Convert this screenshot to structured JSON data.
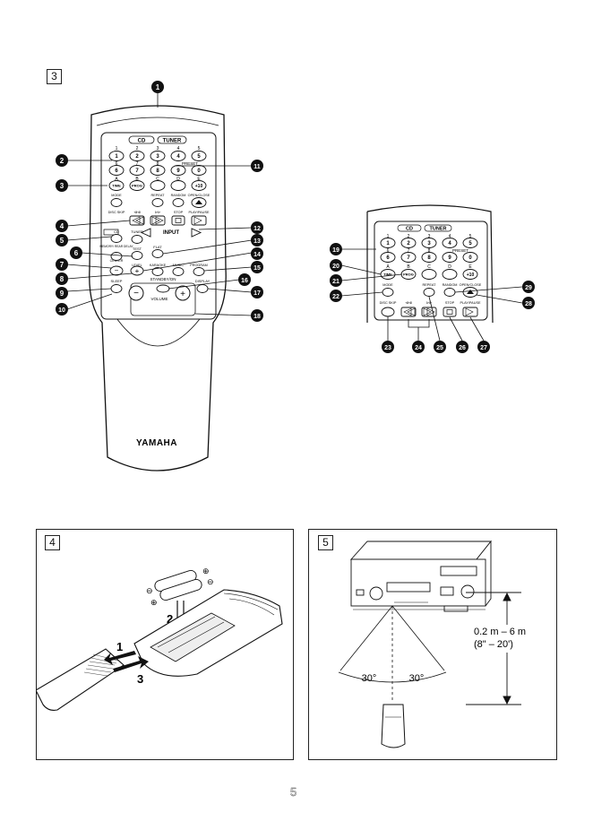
{
  "page_number": "5",
  "figure3": {
    "label": "3",
    "brand": "YAMAHA",
    "top_labels": {
      "cd": "CD",
      "tuner": "TUNER",
      "preset": "PRESET"
    },
    "num_top": [
      "1",
      "2",
      "3",
      "4",
      "5"
    ],
    "num_buttons_row1": [
      "1",
      "2",
      "3",
      "4",
      "5"
    ],
    "num_mid": [
      "6",
      "7",
      "8",
      "9",
      "0"
    ],
    "num_buttons_row2": [
      "6",
      "7",
      "8",
      "9",
      "0"
    ],
    "alpha_labels": [
      "A",
      "B",
      "C",
      "D",
      "E"
    ],
    "alpha_buttons": [
      "TIME",
      "PROG",
      "",
      "",
      "+10"
    ],
    "row3_labels": [
      "MODE",
      "REPEAT",
      "RANDOM",
      "OPEN/CLOSE"
    ],
    "row4_labels": [
      "DISC SKIP",
      "⧏⧏",
      "⊳⊳",
      "STOP",
      "PLAY/PAUSE"
    ],
    "input_label": "INPUT",
    "left_labels": [
      "CD",
      "TUNER",
      "MEMORY/ REAR DELAY",
      "TEST",
      "CENTER",
      "EFFECT",
      "LEVEL"
    ],
    "flat_label": "FLAT",
    "row_karaoke": [
      "KARAOKE",
      "MUSIC",
      "PROGRAM"
    ],
    "sleep_label": "SLEEP",
    "display_label": "DISPLAY",
    "standby_label": "STANDBY/ON",
    "volume_label": "VOLUME",
    "callouts_left": [
      "1",
      "2",
      "3",
      "4",
      "5",
      "6",
      "7",
      "8",
      "9",
      "10"
    ],
    "callouts_right": [
      "11",
      "12",
      "13",
      "14",
      "15",
      "16",
      "17",
      "18"
    ]
  },
  "figure3b": {
    "top_labels": {
      "cd": "CD",
      "tuner": "TUNER",
      "preset": "PRESET"
    },
    "num_top": [
      "1",
      "2",
      "3",
      "4",
      "5"
    ],
    "num_buttons_row1": [
      "1",
      "2",
      "3",
      "4",
      "5"
    ],
    "num_mid": [
      "6",
      "7",
      "8",
      "9",
      "0"
    ],
    "num_buttons_row2": [
      "6",
      "7",
      "8",
      "9",
      "0"
    ],
    "alpha_labels": [
      "A",
      "B",
      "C",
      "D",
      "E"
    ],
    "alpha_buttons": [
      "TIME",
      "PROG",
      "",
      "",
      "+10"
    ],
    "row3_labels": [
      "MODE",
      "REPEAT",
      "RANDOM",
      "OPEN/CLOSE"
    ],
    "row4_labels": [
      "DISC SKIP",
      "⧏⧏",
      "⊳⊳",
      "STOP",
      "PLAY/PAUSE"
    ],
    "callouts": [
      "19",
      "20",
      "21",
      "22",
      "23",
      "24",
      "25",
      "26",
      "27",
      "28",
      "29"
    ]
  },
  "figure4": {
    "label": "4",
    "step1": "1",
    "step2": "2",
    "step3": "3",
    "plus": "⊕",
    "minus": "⊖"
  },
  "figure5": {
    "label": "5",
    "distance": "0.2 m – 6 m",
    "distance_imperial": "(8\" – 20')",
    "angle_left": "30°",
    "angle_right": "30°"
  }
}
